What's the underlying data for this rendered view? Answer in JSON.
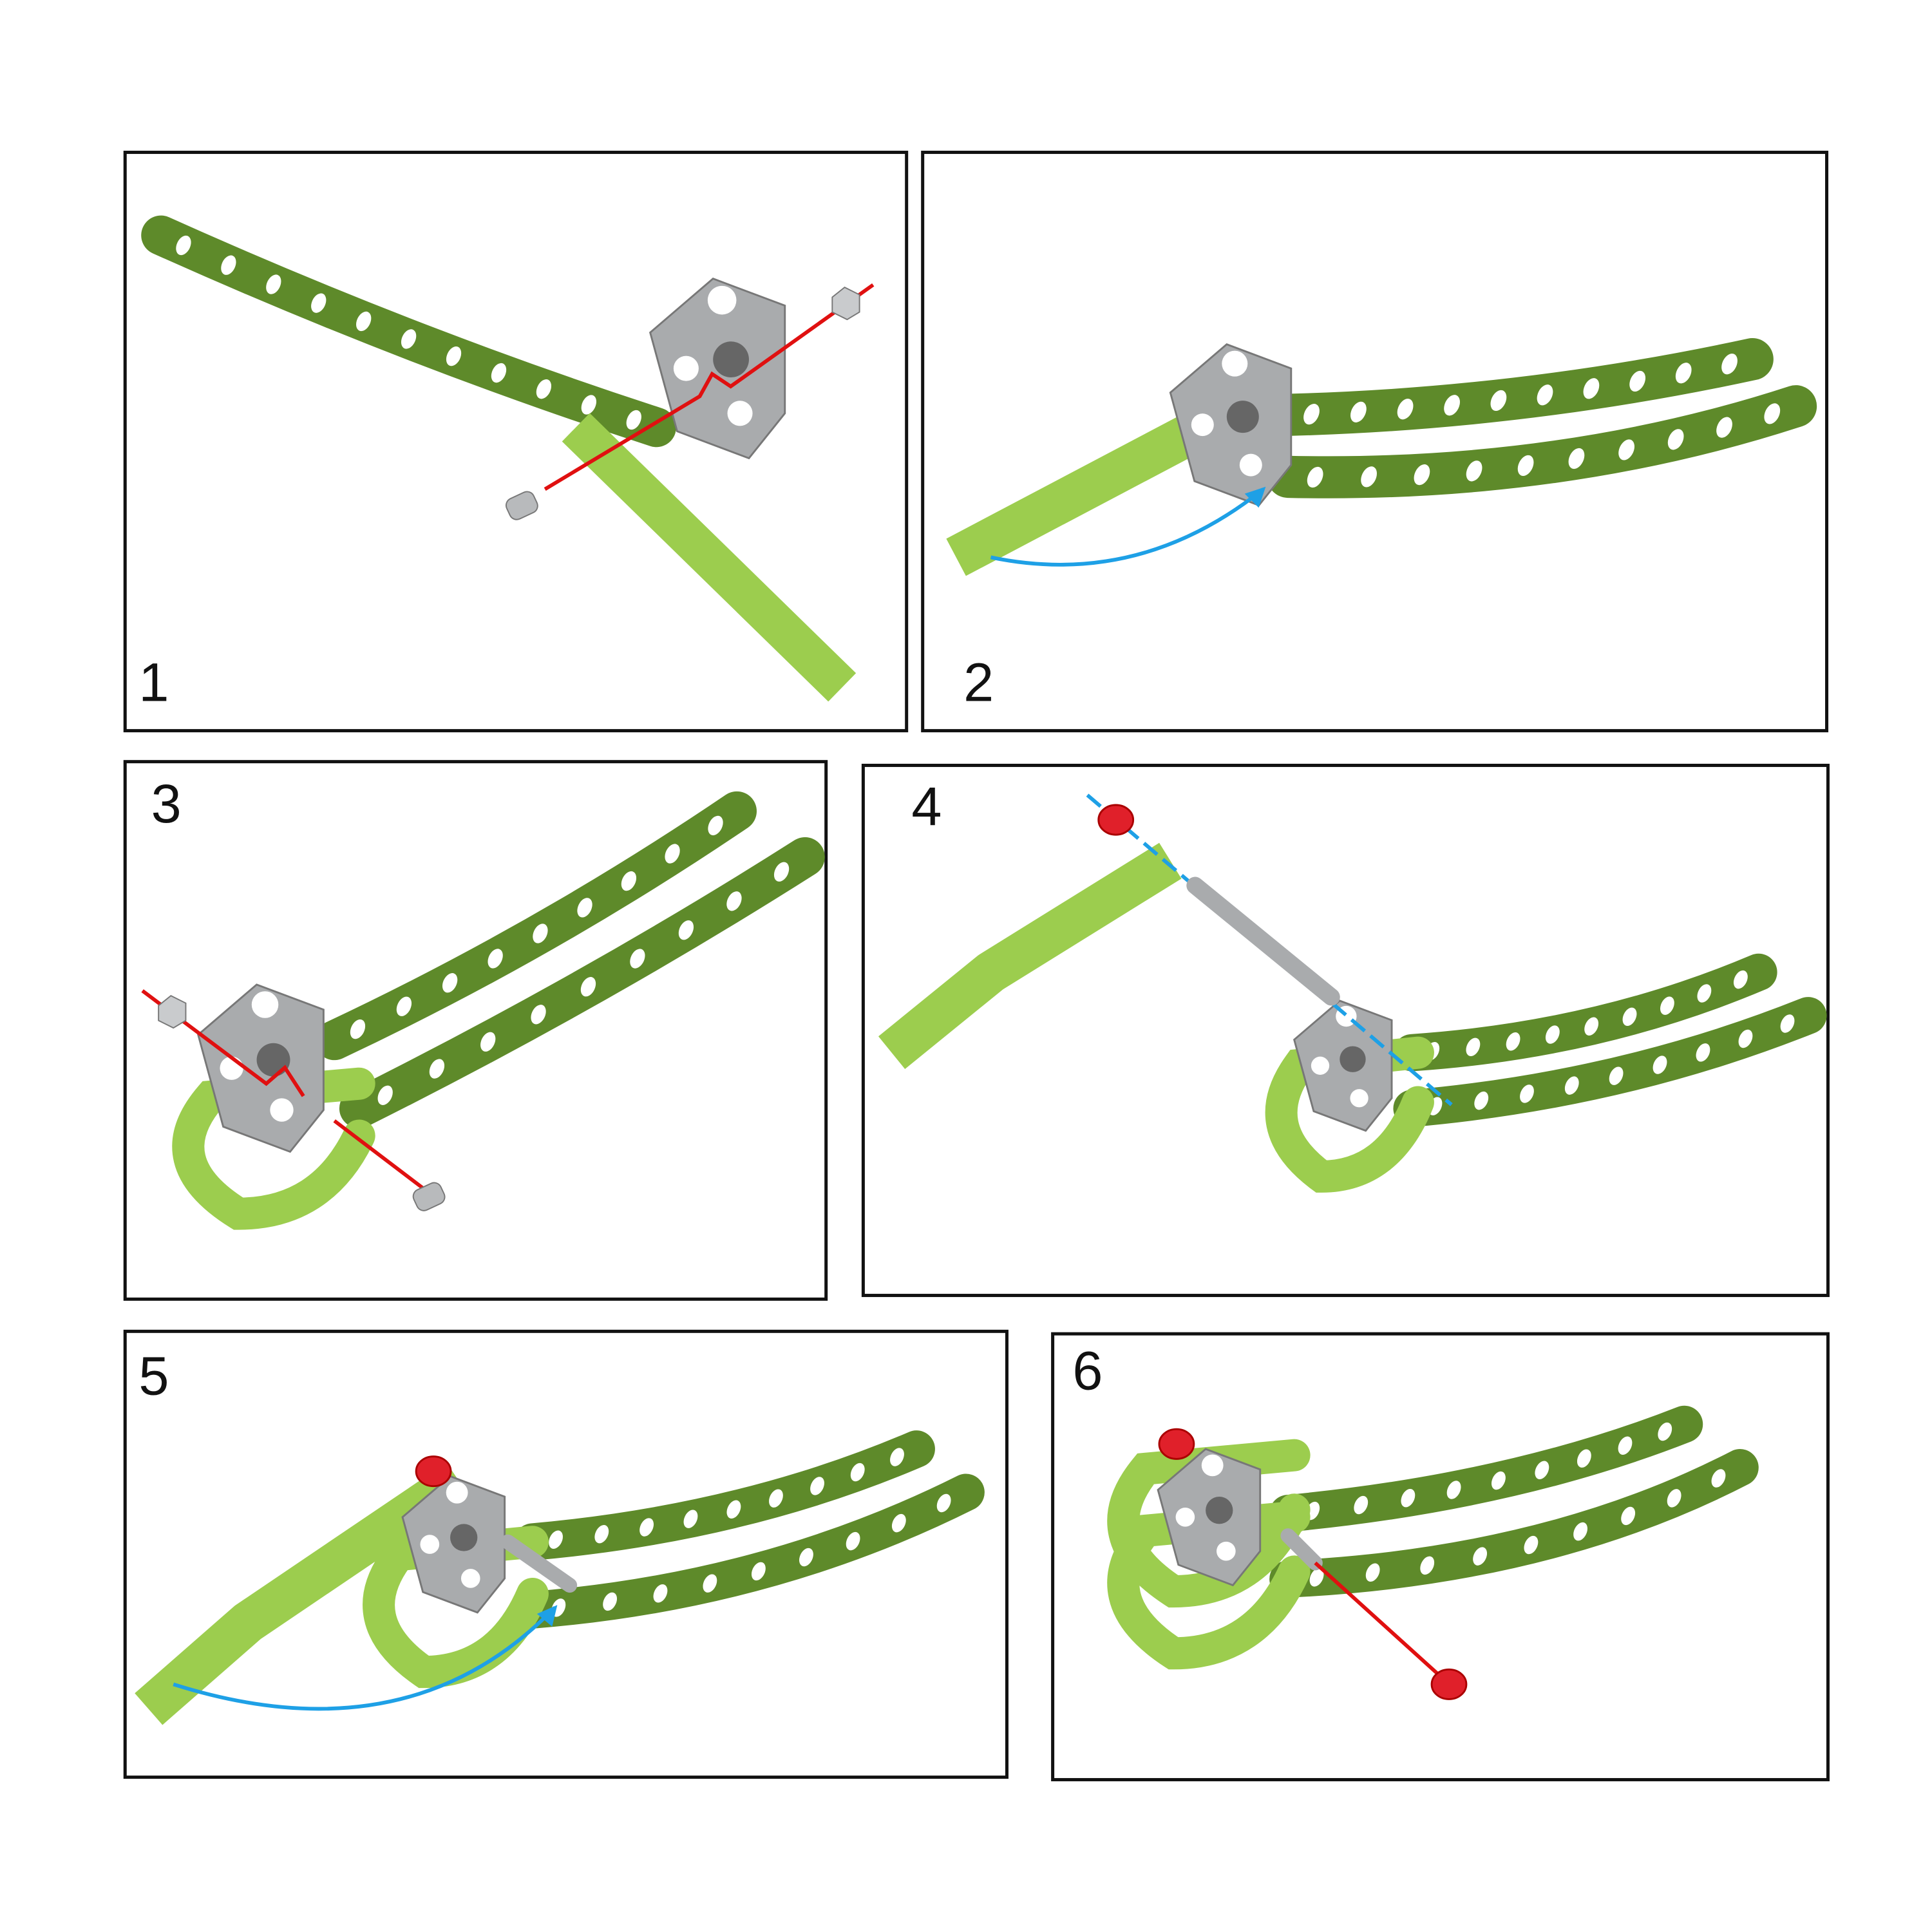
{
  "title": "Assembly steps",
  "steps": [
    {
      "number": "1"
    },
    {
      "number": "2"
    },
    {
      "number": "3"
    },
    {
      "number": "4"
    },
    {
      "number": "5"
    },
    {
      "number": "6"
    }
  ],
  "colors": {
    "dark_strip": "#5e8a2a",
    "light_strip": "#9ccd4e",
    "bracket": "#a9abad",
    "cap": "#e0202a",
    "red_guide": "#e01010",
    "blue_guide": "#1ea0e6",
    "border": "#111111"
  }
}
